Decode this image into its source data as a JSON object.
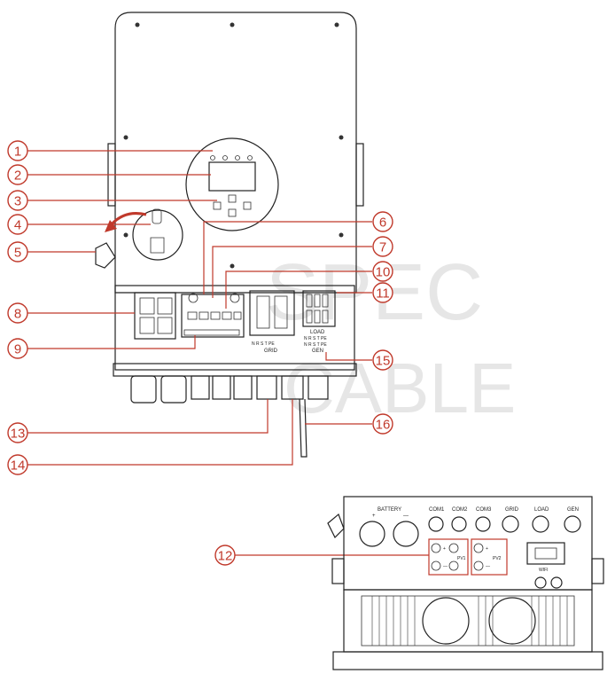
{
  "watermark": {
    "line1": "SPEC",
    "line2": "CABLE"
  },
  "callouts": [
    "1",
    "2",
    "3",
    "4",
    "5",
    "6",
    "7",
    "8",
    "9",
    "10",
    "11",
    "12",
    "13",
    "14",
    "15",
    "16"
  ],
  "panel_labels": {
    "grid": "GRID",
    "load": "LOAD",
    "gen": "GEN",
    "terminal_row1": "N  R  S  T  PE",
    "terminal_row2": "N  R  S  T  PE",
    "grid_terminals": "N  R  S  T  PE"
  },
  "bottom_labels": {
    "battery": "BATTERY",
    "battery_plus": "+",
    "battery_minus": "—",
    "com1": "COM1",
    "com2": "COM2",
    "com3": "COM3",
    "grid": "GRID",
    "load": "LOAD",
    "gen": "GEN",
    "pv1": "PV1",
    "pv2": "PV2",
    "wifi": "WIFI",
    "plus": "+",
    "minus": "—"
  }
}
